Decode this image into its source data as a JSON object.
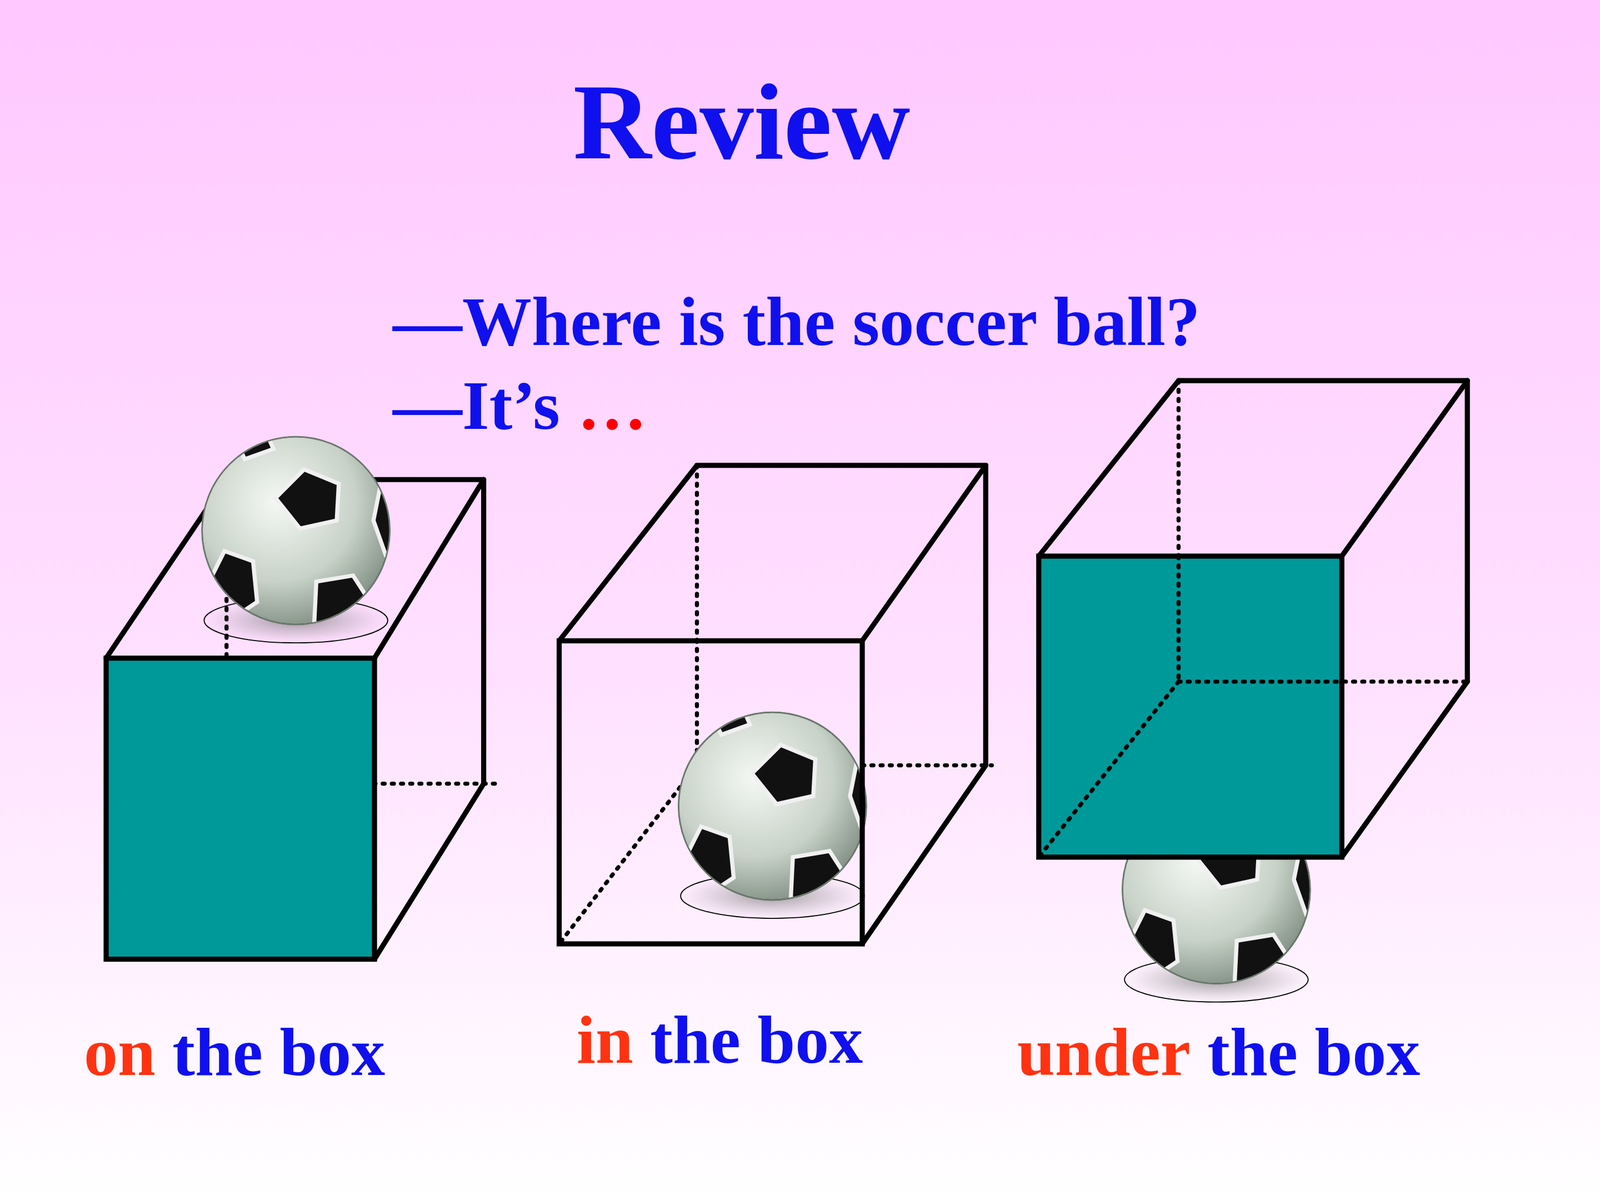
{
  "diagram": {
    "title": "Review",
    "labels": [
      "—Where is the soccer ball?",
      "—It’s",
      "…",
      "on",
      "the box",
      "in",
      "the box",
      "under",
      "the box"
    ]
  }
}
